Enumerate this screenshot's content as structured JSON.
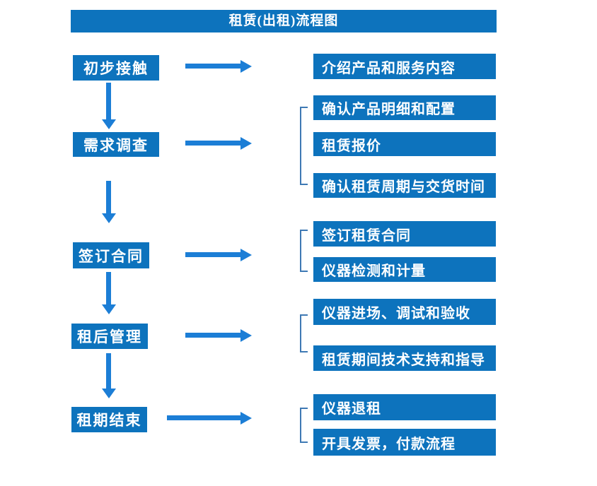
{
  "title": "租赁(出租)流程图",
  "colors": {
    "box_blue": "#0d73bd",
    "arrow_blue": "#1c7ed6",
    "bracket_blue": "#3e79b4",
    "text_white": "#ffffff"
  },
  "stages": [
    {
      "label": "初步接触",
      "details": [
        "介绍产品和服务内容"
      ]
    },
    {
      "label": "需求调查",
      "details": [
        "确认产品明细和配置",
        "租赁报价",
        "确认租赁周期与交货时间"
      ]
    },
    {
      "label": "签订合同",
      "details": [
        "签订租赁合同",
        "仪器检测和计量"
      ]
    },
    {
      "label": "租后管理",
      "details": [
        "仪器进场、调试和验收",
        "租赁期间技术支持和指导"
      ]
    },
    {
      "label": "租期结束",
      "details": [
        "仪器退租",
        "开具发票，付款流程"
      ]
    }
  ]
}
